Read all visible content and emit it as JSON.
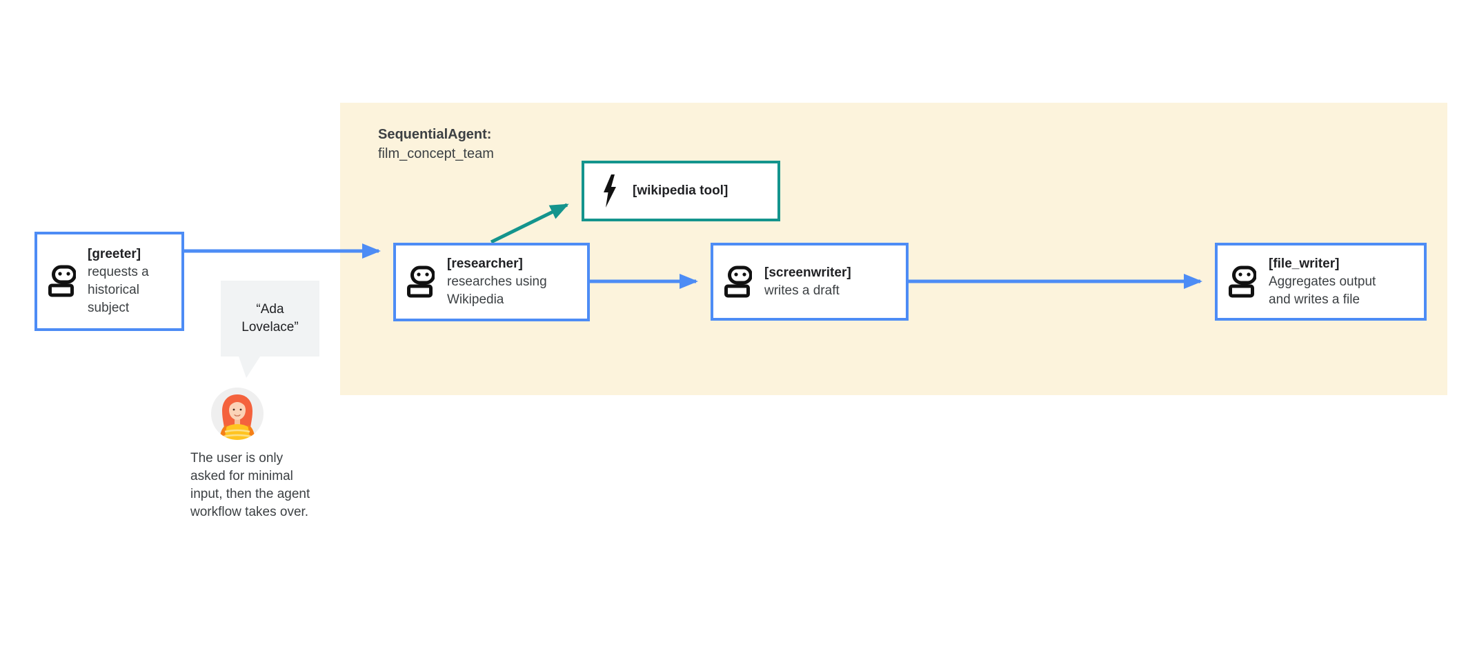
{
  "colors": {
    "blue": "#4D8CF5",
    "teal": "#14948D",
    "panel_bg": "#FCF3DC",
    "bubble_bg": "#F1F3F4",
    "text_color": "#3C4043",
    "label_color": "#202124",
    "icon_black": "#111111"
  },
  "panel": {
    "title_bold": "SequentialAgent:",
    "title_sub": "film_concept_team"
  },
  "nodes": {
    "greeter": {
      "label": "[greeter]",
      "desc": "requests a historical subject",
      "icon": "robot-agent-icon"
    },
    "researcher": {
      "label": "[researcher]",
      "desc": "researches using Wikipedia",
      "icon": "robot-agent-icon"
    },
    "wikipedia_tool": {
      "label": "[wikipedia tool]",
      "icon": "lightning-bolt-icon"
    },
    "screenwriter": {
      "label": "[screenwriter]",
      "desc": "writes a draft",
      "icon": "robot-agent-icon"
    },
    "file_writer": {
      "label": "[file_writer]",
      "desc": "Aggregates output and writes a file",
      "icon": "robot-agent-icon"
    }
  },
  "user_annotation": {
    "speech": "“Ada Lovelace”",
    "caption": "The user is only asked for minimal input, then the agent workflow takes over.",
    "avatar": "woman-user-avatar-illustration"
  },
  "edges": [
    {
      "from": "greeter",
      "to": "researcher",
      "color": "blue"
    },
    {
      "from": "researcher",
      "to": "wikipedia_tool",
      "color": "teal"
    },
    {
      "from": "researcher",
      "to": "screenwriter",
      "color": "blue"
    },
    {
      "from": "screenwriter",
      "to": "file_writer",
      "color": "blue"
    }
  ]
}
